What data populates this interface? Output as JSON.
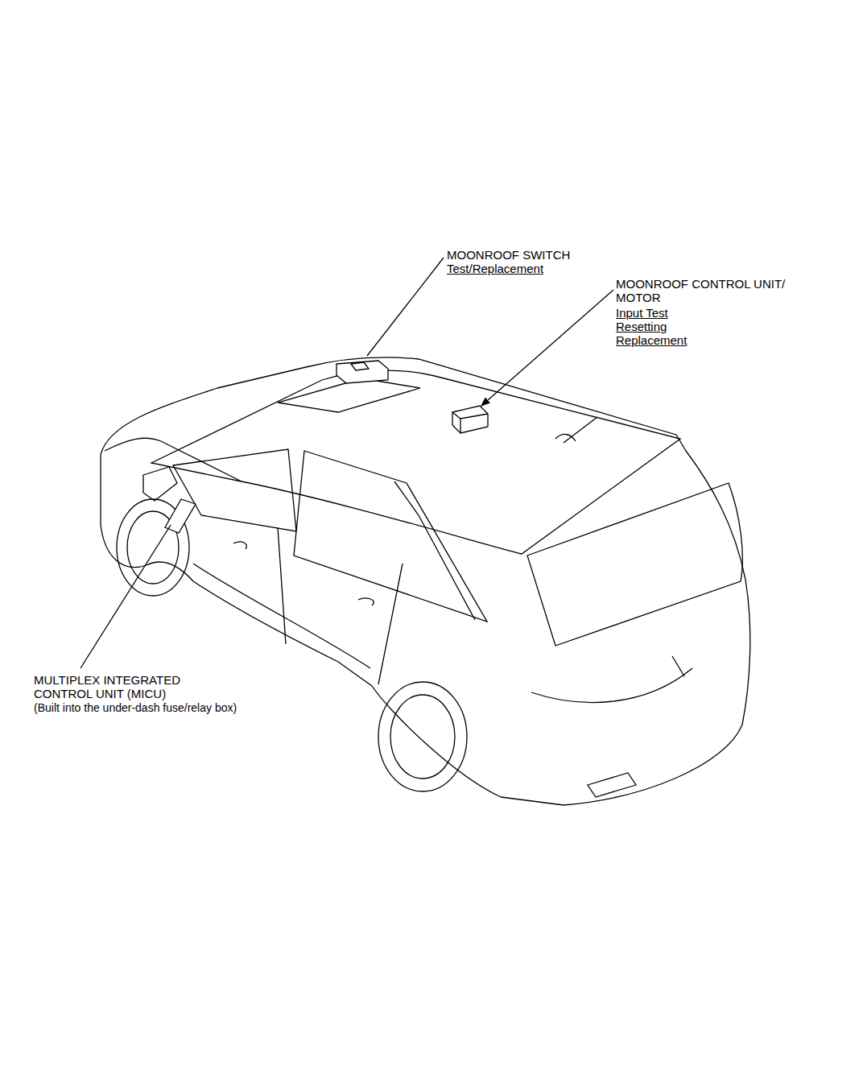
{
  "diagram": {
    "labels": [
      "MOONROOF SWITCH",
      "Test/Replacement",
      "MOONROOF CONTROL UNIT/ MOTOR",
      "Input Test",
      "Resetting",
      "Replacement",
      "MULTIPLEX INTEGRATED CONTROL UNIT (MICU)",
      "(Built into the under-dash fuse/relay box)"
    ]
  }
}
